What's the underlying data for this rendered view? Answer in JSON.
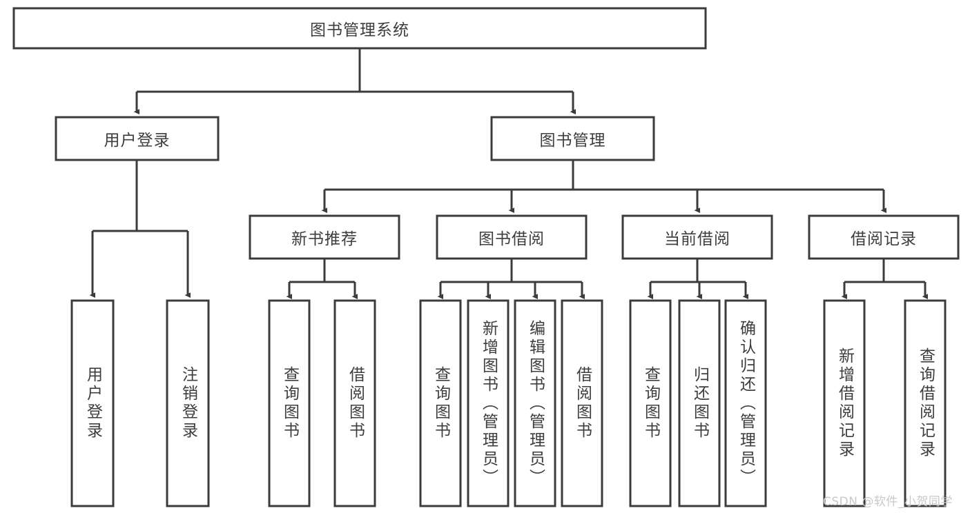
{
  "diagram": {
    "title": "图书管理系统",
    "type": "tree-hierarchy-diagram",
    "root": {
      "label": "图书管理系统"
    },
    "level2": [
      {
        "label": "用户登录"
      },
      {
        "label": "图书管理"
      }
    ],
    "level3": [
      {
        "label": "新书推荐"
      },
      {
        "label": "图书借阅"
      },
      {
        "label": "当前借阅"
      },
      {
        "label": "借阅记录"
      }
    ],
    "leaves": {
      "user_login": [
        {
          "label": "用户登录"
        },
        {
          "label": "注销登录"
        }
      ],
      "new_book_recommend": [
        {
          "label": "查询图书"
        },
        {
          "label": "借阅图书"
        }
      ],
      "book_borrow": [
        {
          "label": "查询图书"
        },
        {
          "label": "新增图书（管理员）"
        },
        {
          "label": "编辑图书（管理员）"
        },
        {
          "label": "借阅图书"
        }
      ],
      "current_borrow": [
        {
          "label": "查询图书"
        },
        {
          "label": "归还图书"
        },
        {
          "label": "确认归还（管理员）"
        }
      ],
      "borrow_record": [
        {
          "label": "新增借阅记录"
        },
        {
          "label": "查询借阅记录"
        }
      ]
    }
  },
  "watermark": {
    "text": "CSDN @软件_小贺同学"
  },
  "colors": {
    "stroke": "#3b3b3b",
    "text": "#3d3d3d",
    "background": "#ffffff",
    "watermark": "#c9c9c9"
  }
}
